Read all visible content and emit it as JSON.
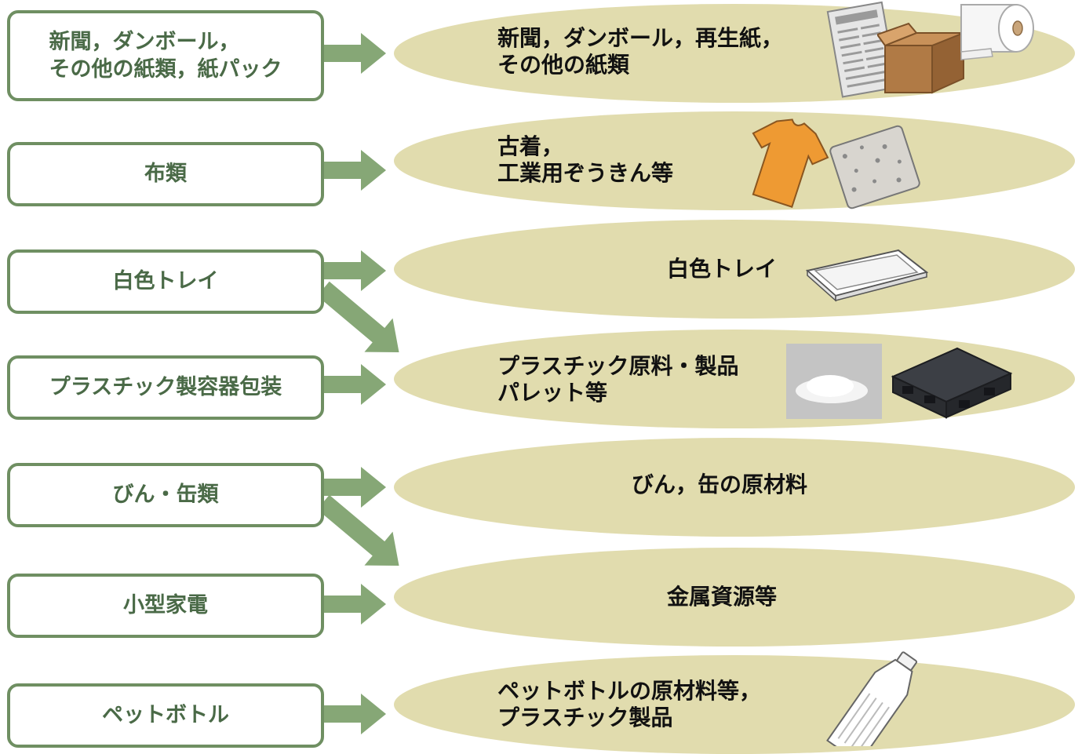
{
  "colors": {
    "box_border": "#6f8f62",
    "box_text": "#4a6a47",
    "arrow": "#86a776",
    "ellipse": "#e1dcae",
    "result_text": "#111111"
  },
  "sources": [
    {
      "line1": "新聞，ダンボール，",
      "line2": "その他の紙類，紙パック"
    },
    {
      "line1": "布類"
    },
    {
      "line1": "白色トレイ"
    },
    {
      "line1": "プラスチック製容器包装"
    },
    {
      "line1": "びん・缶類"
    },
    {
      "line1": "小型家電"
    },
    {
      "line1": "ペットボトル"
    }
  ],
  "results": [
    {
      "line1": "新聞，ダンボール，再生紙，",
      "line2": "その他の紙類",
      "icons": [
        "newspaper-icon",
        "cardboard-box-icon",
        "toilet-paper-icon"
      ]
    },
    {
      "line1": "古着，",
      "line2": "工業用ぞうきん等",
      "icons": [
        "tshirt-icon",
        "rag-icon"
      ]
    },
    {
      "line1": "白色トレイ",
      "icons": [
        "tray-icon"
      ]
    },
    {
      "line1": "プラスチック原料・製品",
      "line2": "パレット等",
      "icons": [
        "plastic-pellets-icon",
        "pallet-icon"
      ]
    },
    {
      "line1": "びん，缶の原材料"
    },
    {
      "line1": "金属資源等"
    },
    {
      "line1": "ペットボトルの原材料等，",
      "line2": "プラスチック製品",
      "icons": [
        "pet-bottle-icon"
      ]
    }
  ]
}
